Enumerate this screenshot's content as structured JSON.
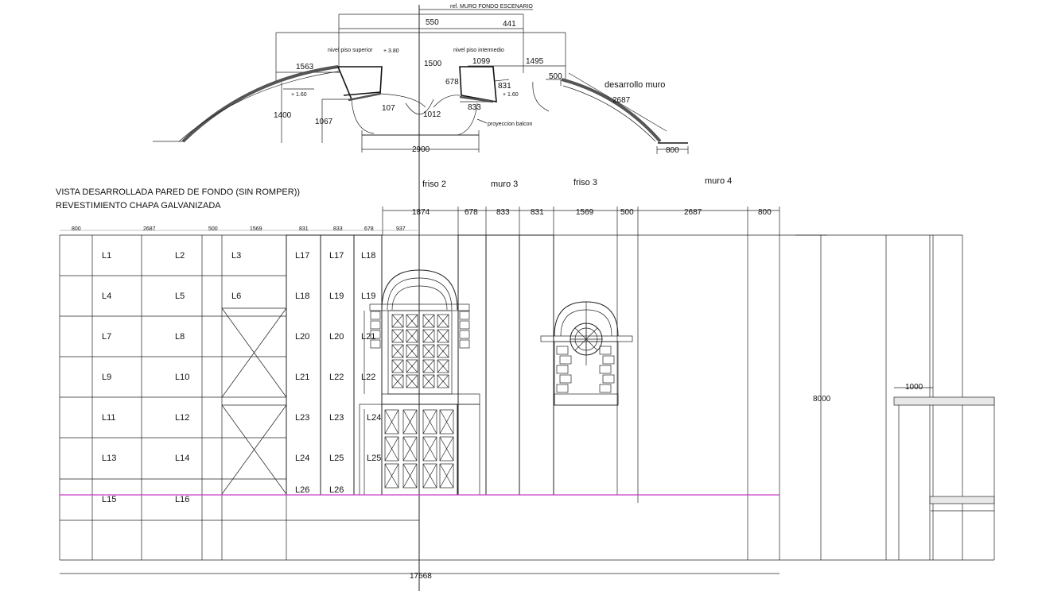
{
  "titles": {
    "line1": "VISTA DESARROLLADA PARED DE FONDO (SIN ROMPER))",
    "line2": "REVESTIMIENTO CHAPA GALVANIZADA"
  },
  "plan": {
    "ref_label": "ref. MURO FONDO ESCENARIO",
    "nivel_superior": "nivel piso superior",
    "nivel_superior_value": "+ 3.80",
    "nivel_intermedio": "nivel piso intermedio",
    "desarrollo_muro": "desarrollo muro",
    "proyeccion_balcon": "proyeccion balcon",
    "level_left": "+ 1.60",
    "level_right": "+ 1.60",
    "dims": {
      "d550": "550",
      "d441": "441",
      "d1563": "1563",
      "d1500": "1500",
      "d1099": "1099",
      "d1495": "1495",
      "d678": "678",
      "d831": "831",
      "d500": "500",
      "d2687": "2687",
      "d1400": "1400",
      "d1067": "1067",
      "d107": "107",
      "d1012": "1012",
      "d833": "833",
      "d2900": "2900",
      "d800": "800"
    }
  },
  "sections": {
    "friso2": "friso 2",
    "muro3": "muro 3",
    "friso3": "friso 3",
    "muro4": "muro 4"
  },
  "top_dims": {
    "d1874": "1874",
    "d678": "678",
    "d833": "833",
    "d831": "831",
    "d1569": "1569",
    "d500": "500",
    "d2687": "2687",
    "d800": "800"
  },
  "small_dims": {
    "s800": "800",
    "s2687": "2687",
    "s500": "500",
    "s1569": "1569",
    "s831": "831",
    "s833": "833",
    "s678": "678",
    "s937": "937"
  },
  "elevation": {
    "height": "8000",
    "width_1000": "1000",
    "total": "17668"
  },
  "panels": {
    "L1": "L1",
    "L2": "L2",
    "L3": "L3",
    "L4": "L4",
    "L5": "L5",
    "L6": "L6",
    "L7": "L7",
    "L8": "L8",
    "L9": "L9",
    "L10": "L10",
    "L11": "L11",
    "L12": "L12",
    "L13": "L13",
    "L14": "L14",
    "L15": "L15",
    "L16": "L16",
    "L17": "L17",
    "L18": "L18",
    "L19": "L19",
    "L20": "L20",
    "L21": "L21",
    "L22": "L22",
    "L23": "L23",
    "L24": "L24",
    "L25": "L25",
    "L26": "L26"
  }
}
